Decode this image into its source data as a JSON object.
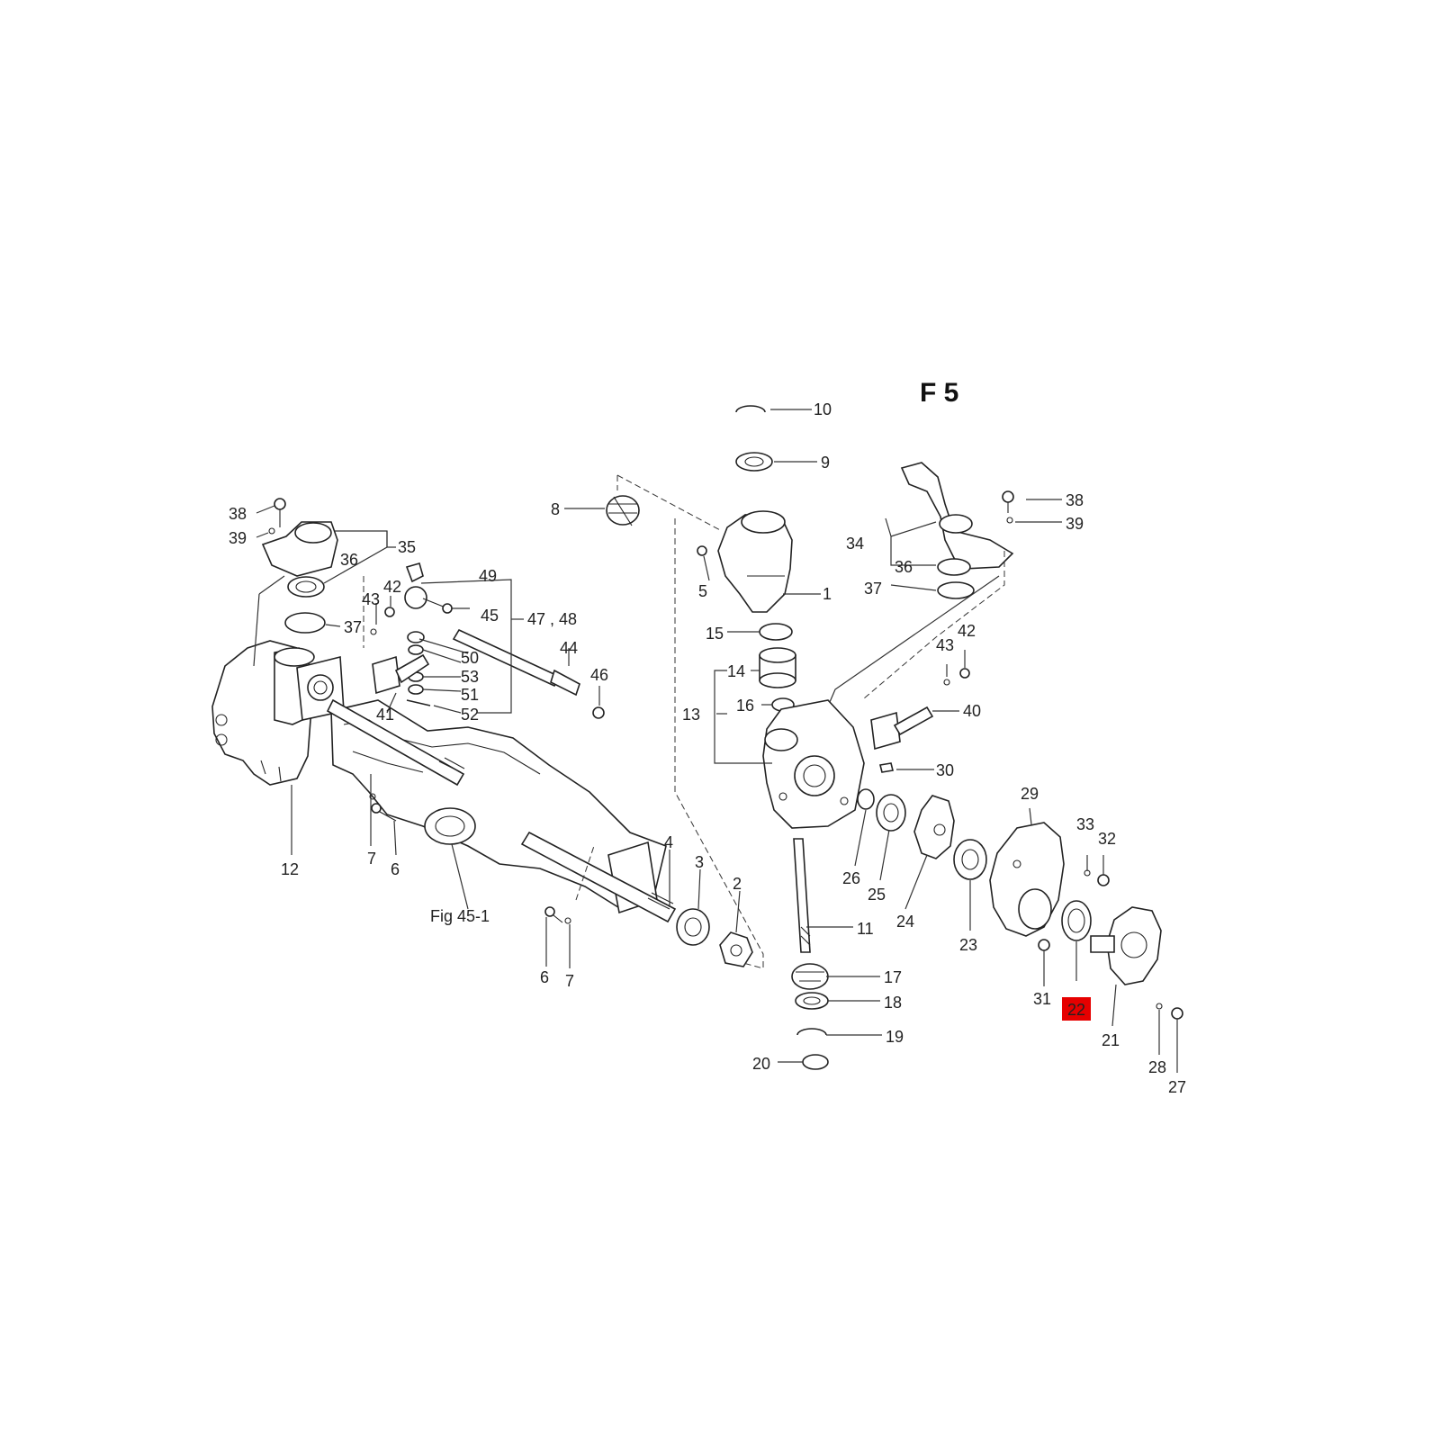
{
  "figure": {
    "title": "F 5",
    "reference": "Fig 45-1",
    "highlighted_part": "22",
    "highlight_color": "#e60000"
  },
  "callouts": {
    "p1": "1",
    "p2": "2",
    "p3": "3",
    "p4": "4",
    "p5": "5",
    "p6a": "6",
    "p6b": "6",
    "p7a": "7",
    "p7b": "7",
    "p8": "8",
    "p9": "9",
    "p10": "10",
    "p11": "11",
    "p12": "12",
    "p13": "13",
    "p14": "14",
    "p15": "15",
    "p16": "16",
    "p17": "17",
    "p18": "18",
    "p19": "19",
    "p20": "20",
    "p21": "21",
    "p22": "22",
    "p23": "23",
    "p24": "24",
    "p25": "25",
    "p26": "26",
    "p27": "27",
    "p28": "28",
    "p29": "29",
    "p30": "30",
    "p31": "31",
    "p32": "32",
    "p33": "33",
    "p34": "34",
    "p35": "35",
    "p36a": "36",
    "p36b": "36",
    "p37a": "37",
    "p37b": "37",
    "p38a": "38",
    "p38b": "38",
    "p39a": "39",
    "p39b": "39",
    "p40": "40",
    "p41": "41",
    "p42a": "42",
    "p42b": "42",
    "p43a": "43",
    "p43b": "43",
    "p44": "44",
    "p45": "45",
    "p46": "46",
    "p4748": "47 , 48",
    "p49": "49",
    "p50": "50",
    "p51": "51",
    "p52": "52",
    "p53": "53"
  }
}
